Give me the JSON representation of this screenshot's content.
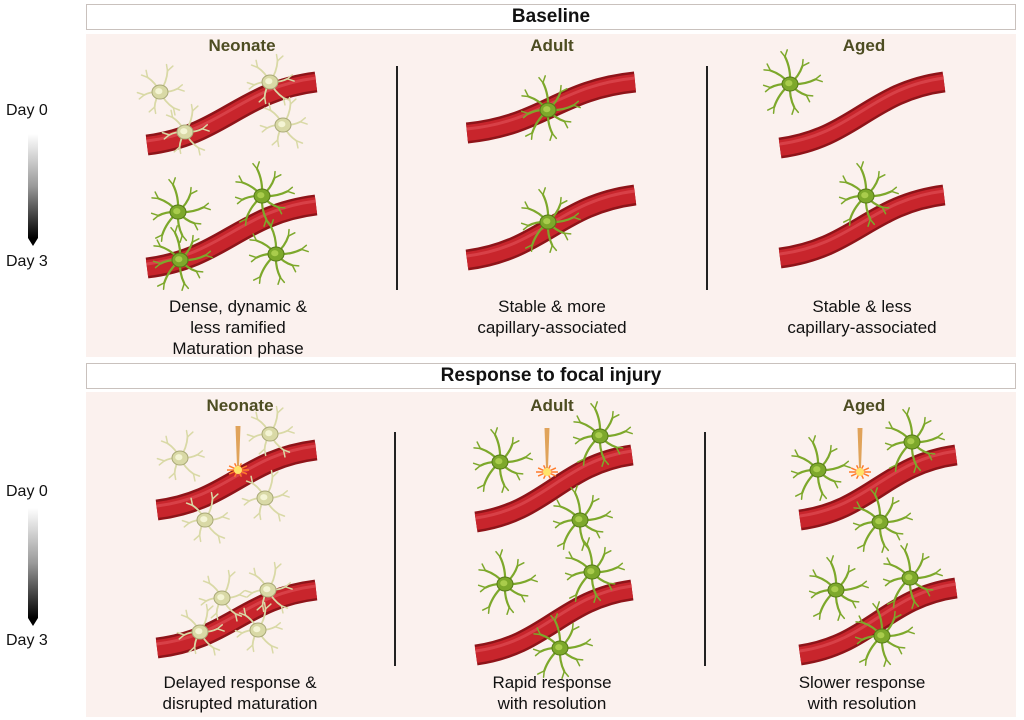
{
  "timeline": {
    "start_label": "Day 0",
    "end_label": "Day 3"
  },
  "baseline": {
    "title": "Baseline",
    "columns": [
      {
        "heading": "Neonate",
        "caption": "Dense, dynamic &\nless ramified\nMaturation phase"
      },
      {
        "heading": "Adult",
        "caption": "Stable & more\ncapillary-associated"
      },
      {
        "heading": "Aged",
        "caption": "Stable & less\ncapillary-associated"
      }
    ]
  },
  "injury": {
    "title": "Response to focal injury",
    "columns": [
      {
        "heading": "Neonate",
        "caption": "Delayed response &\ndisrupted maturation"
      },
      {
        "heading": "Adult",
        "caption": "Rapid response\nwith resolution"
      },
      {
        "heading": "Aged",
        "caption": "Slower response\nwith resolution"
      }
    ]
  },
  "colors": {
    "vessel": "#c8252c",
    "vessel_edge": "#8e1419",
    "microglia_mature": "#7da82b",
    "microglia_immature": "#d9d9a6",
    "laser": "#e0a35a",
    "spark": "#ff7a2a",
    "panel_bg": "#fbf1ee"
  }
}
